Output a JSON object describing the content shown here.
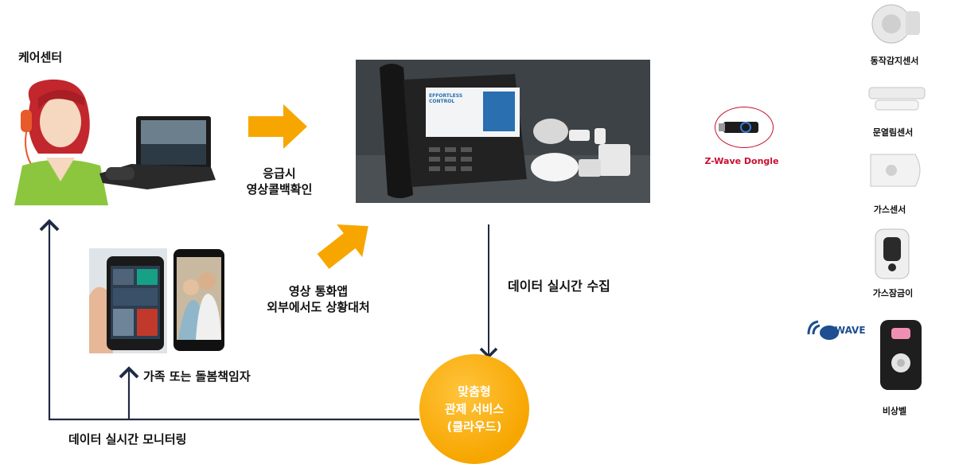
{
  "care_center": {
    "title": "케어센터"
  },
  "emergency": {
    "line1": "응급시",
    "line2": "영상콜백확인"
  },
  "video_app": {
    "line1": "영상 통화앱",
    "line2": "외부에서도 상황대처"
  },
  "family": {
    "label": "가족 또는 돌봄책임자"
  },
  "data_collect": {
    "label": "데이터 실시간 수집"
  },
  "data_monitor": {
    "label": "데이터 실시간 모니터링"
  },
  "cloud": {
    "line1": "맞춤형",
    "line2": "관제 서비스",
    "line3": "(클라우드)"
  },
  "dongle": {
    "label": "Z-Wave  Dongle"
  },
  "zwave_logo": {
    "text": "Z WAVE"
  },
  "tablet_screen": {
    "line1": "EFFORTLESS",
    "line2": "CONTROL"
  },
  "sensors": [
    {
      "label": "동작감지센서"
    },
    {
      "label": "문열림센서"
    },
    {
      "label": "가스센서"
    },
    {
      "label": "가스잠금이"
    },
    {
      "label": "비상벨"
    }
  ],
  "colors": {
    "accent_orange": "#f7a600",
    "line_navy": "#1f2a44",
    "dongle_red": "#c8102e"
  }
}
